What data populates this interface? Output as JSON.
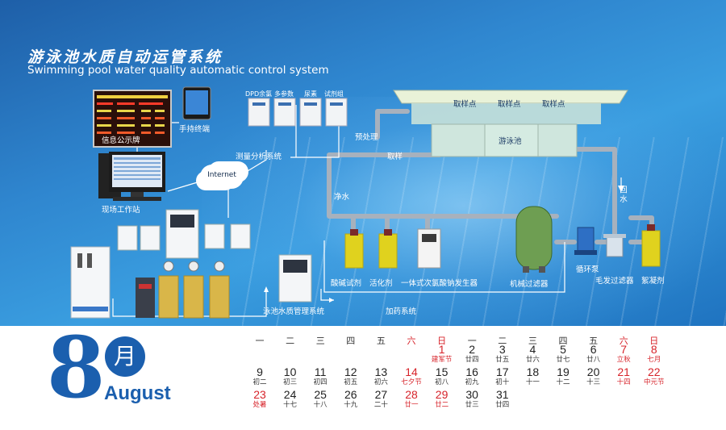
{
  "title_cn": "游泳池水质自动运管系统",
  "title_en": "Swimming pool water quality automatic control system",
  "labels": {
    "info_board": "信息公示牌",
    "handheld": "手持终端",
    "workstation": "现场工作站",
    "internet": "Internet",
    "measure_system": "测量分析系统",
    "dpd": "DPD余氯",
    "multi_param": "多参数",
    "urea": "尿素",
    "reagent": "试剂组",
    "pretreat": "预处理",
    "sampling": "取样",
    "sample_pt_1": "取样点",
    "sample_pt_2": "取样点",
    "sample_pt_3": "取样点",
    "pool": "游泳池",
    "clean_water": "净水",
    "return_water": "回水",
    "acid_base": "酸碱试剂",
    "activator": "活化剂",
    "hypo_gen": "一体式次氯酸钠发生器",
    "mech_filter": "机械过滤器",
    "pump": "循环泵",
    "hair_filter": "毛发过滤器",
    "coagulant": "絮凝剂",
    "mgmt_system": "泳池水质管理系统",
    "dosing_system": "加药系统"
  },
  "calendar": {
    "month_num": "8",
    "month_cn": "月",
    "month_en": "August",
    "weekdays": [
      "一",
      "二",
      "三",
      "四",
      "五",
      "六",
      "日",
      "一",
      "二",
      "三",
      "四",
      "五",
      "六",
      "日"
    ],
    "rows": [
      [
        {
          "d": "",
          "l": ""
        },
        {
          "d": "",
          "l": ""
        },
        {
          "d": "",
          "l": ""
        },
        {
          "d": "",
          "l": ""
        },
        {
          "d": "",
          "l": ""
        },
        {
          "d": "",
          "l": ""
        },
        {
          "d": "1",
          "l": "建军节"
        },
        {
          "d": "2",
          "l": "廿四"
        },
        {
          "d": "3",
          "l": "廿五"
        },
        {
          "d": "4",
          "l": "廿六"
        },
        {
          "d": "5",
          "l": "廿七"
        },
        {
          "d": "6",
          "l": "廿八"
        },
        {
          "d": "7",
          "l": "立秋"
        },
        {
          "d": "8",
          "l": "七月"
        }
      ],
      [
        {
          "d": "9",
          "l": "初二"
        },
        {
          "d": "10",
          "l": "初三"
        },
        {
          "d": "11",
          "l": "初四"
        },
        {
          "d": "12",
          "l": "初五"
        },
        {
          "d": "13",
          "l": "初六"
        },
        {
          "d": "14",
          "l": "七夕节"
        },
        {
          "d": "15",
          "l": "初八"
        },
        {
          "d": "16",
          "l": "初九"
        },
        {
          "d": "17",
          "l": "初十"
        },
        {
          "d": "18",
          "l": "十一"
        },
        {
          "d": "19",
          "l": "十二"
        },
        {
          "d": "20",
          "l": "十三"
        },
        {
          "d": "21",
          "l": "十四"
        },
        {
          "d": "22",
          "l": "中元节"
        }
      ],
      [
        {
          "d": "23",
          "l": "处暑"
        },
        {
          "d": "24",
          "l": "十七"
        },
        {
          "d": "25",
          "l": "十八"
        },
        {
          "d": "26",
          "l": "十九"
        },
        {
          "d": "27",
          "l": "二十"
        },
        {
          "d": "28",
          "l": "廿一"
        },
        {
          "d": "29",
          "l": "廿二"
        },
        {
          "d": "30",
          "l": "廿三"
        },
        {
          "d": "31",
          "l": "廿四"
        },
        {
          "d": "",
          "l": ""
        },
        {
          "d": "",
          "l": ""
        },
        {
          "d": "",
          "l": ""
        },
        {
          "d": "",
          "l": ""
        },
        {
          "d": "",
          "l": ""
        }
      ]
    ],
    "red_columns": [
      5,
      6,
      12,
      13
    ],
    "red_dates": [
      "1",
      "7",
      "8",
      "14",
      "21",
      "22",
      "23",
      "28",
      "29"
    ]
  },
  "colors": {
    "brand_blue": "#1b5fae",
    "holiday_red": "#d7232a",
    "pipe": "#9aa4b0"
  }
}
